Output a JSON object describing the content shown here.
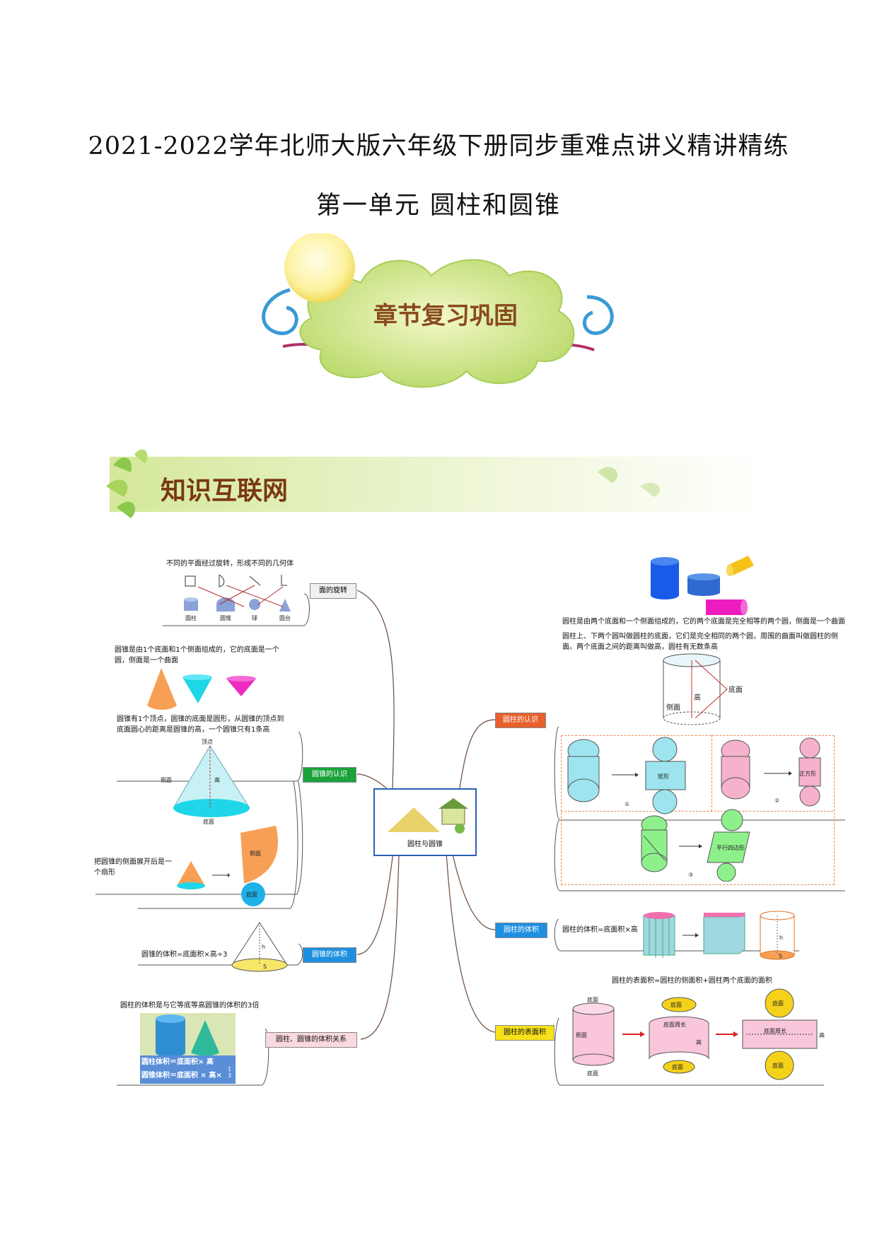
{
  "title": "2021-2022学年北师大版六年级下册同步重难点讲义精讲精练",
  "subtitle": "第一单元  圆柱和圆锥",
  "chapter_banner": "章节复习巩固",
  "section_banner": "知识互联网",
  "center_node": "圆柱与圆锥",
  "nodes": {
    "rotation": "面的旋转",
    "cylinder_know": "圆柱的认识",
    "cone_know": "圆锥的认识",
    "cylinder_volume": "圆柱的体积",
    "cone_volume": "圆锥的体积",
    "surface_area": "圆柱的表面积",
    "relation": "圆柱、圆锥的体积关系"
  },
  "texts": {
    "rotation_desc": "不同的平面经过旋转，形成不同的几何体",
    "shape_labels": [
      "圆柱",
      "圆锥",
      "球",
      "圆台"
    ],
    "cone_def": "圆锥是由1个底面和1个侧面组成的，它的底面是一个圆，侧面是一个曲面",
    "cone_height": "圆锥有1个顶点，圆锥的底面是圆形，从圆锥的顶点到底面圆心的距离是圆锥的高，一个圆锥只有1条高",
    "cone_top": "顶点",
    "cone_side": "侧面",
    "cone_h": "高",
    "cone_base": "底面",
    "cone_unfold": "把圆锥的侧面展开后是一个扇形",
    "cone_vol_formula": "圆锥的体积=底面积×高÷3",
    "relation_desc": "圆柱的体积是与它等底等高圆锥的体积的3倍",
    "relation_f1": "圆柱体积＝底面积× 高",
    "relation_f2": "圆锥体积＝底面积 × 高×",
    "relation_frac_top": "1",
    "relation_frac_bot": "3",
    "cyl_def1": "圆柱是由两个底面和一个侧面组成的，它的两个底面是完全相等的两个圆，侧面是一个曲面",
    "cyl_def2": "圆柱上、下两个圆叫做圆柱的底面，它们是完全相同的两个圆，周围的曲面叫做圆柱的侧面。两个底面之间的距离叫做高，圆柱有无数条高",
    "cyl_side": "侧面",
    "cyl_h": "高",
    "cyl_base": "底面",
    "unfold_rect": "矩形",
    "unfold_square": "正方形",
    "unfold_para": "平行四边形",
    "circle1": "①",
    "circle2": "②",
    "circle3": "③",
    "cyl_vol_formula": "圆柱的体积=底面积×高",
    "cyl_vol_h": "h",
    "cyl_vol_s": "S",
    "cone_vol_h": "h",
    "cone_vol_s": "S",
    "sa_formula": "圆柱的表面积=圆柱的侧面积+圆柱两个底面的面积",
    "sa_top": "底面",
    "sa_side": "侧面",
    "sa_h": "高",
    "sa_bottom": "底面",
    "sa_circ": "底面周长",
    "sa_rect": "底面周长",
    "sa_gap": "底面",
    "fan_label": "侧面",
    "fan_base": "底面"
  },
  "colors": {
    "cyl_node": "#e8602c",
    "cone_node": "#1aa33a",
    "vol_node": "#1e8fe0",
    "sa_node": "#f7e11b",
    "rel_node": "#f9d9de",
    "rot_node": "#f0f0f0"
  }
}
